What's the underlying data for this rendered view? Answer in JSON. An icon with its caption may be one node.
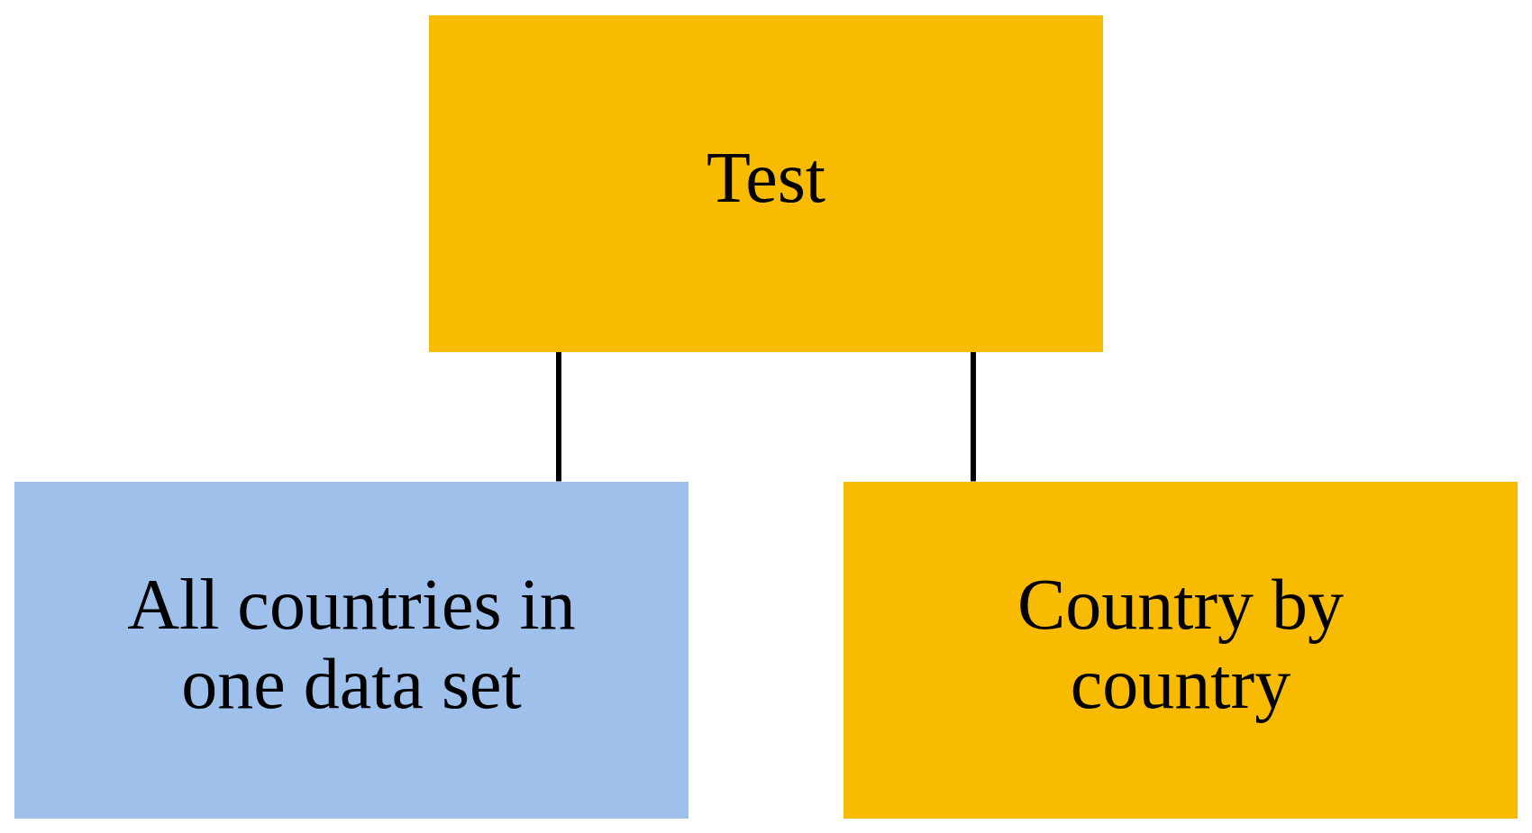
{
  "diagram": {
    "nodes": [
      {
        "text": [
          "Test"
        ]
      },
      {
        "text": [
          "All countries in one data set"
        ]
      },
      {
        "text": [
          "Country by country"
        ]
      }
    ],
    "edges": [
      {
        "from": 0,
        "to": 1,
        "arrow": "none"
      },
      {
        "from": 0,
        "to": 2,
        "arrow": "none"
      }
    ]
  }
}
